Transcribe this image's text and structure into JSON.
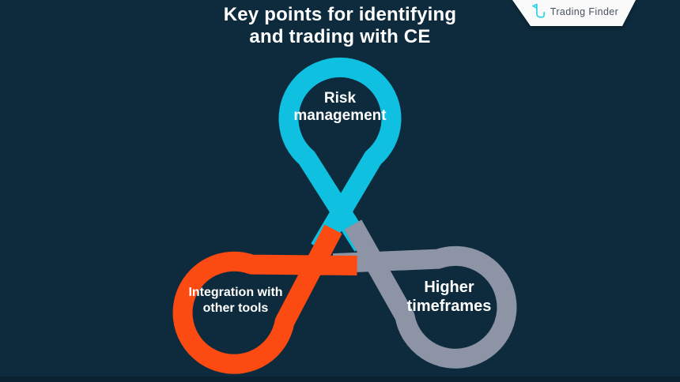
{
  "title": "Key points for identifying\nand trading with CE",
  "brand": {
    "name": "Trading Finder",
    "icon": "trading-finder-logo-icon"
  },
  "diagram": {
    "type": "trefoil-ribbon-loops",
    "nodes": [
      {
        "id": "risk-management",
        "label": "Risk\nmanagement",
        "color": "#0fc0e0",
        "position": "top"
      },
      {
        "id": "integration-with-other-tools",
        "label": "Integration with\nother tools",
        "color": "#fb4a12",
        "position": "bottom-left"
      },
      {
        "id": "higher-timeframes",
        "label": "Higher\ntimeframes",
        "color": "#8c94a6",
        "position": "bottom-right"
      }
    ]
  },
  "colors": {
    "background": "#0d2b3d",
    "bottom_bar": "#0a2231",
    "title_text": "#ffffff",
    "label_text": "#ffffff",
    "banner_background": "#fafafa",
    "brand_text": "#4a5260",
    "logo_icon": "#2ed5e4"
  }
}
